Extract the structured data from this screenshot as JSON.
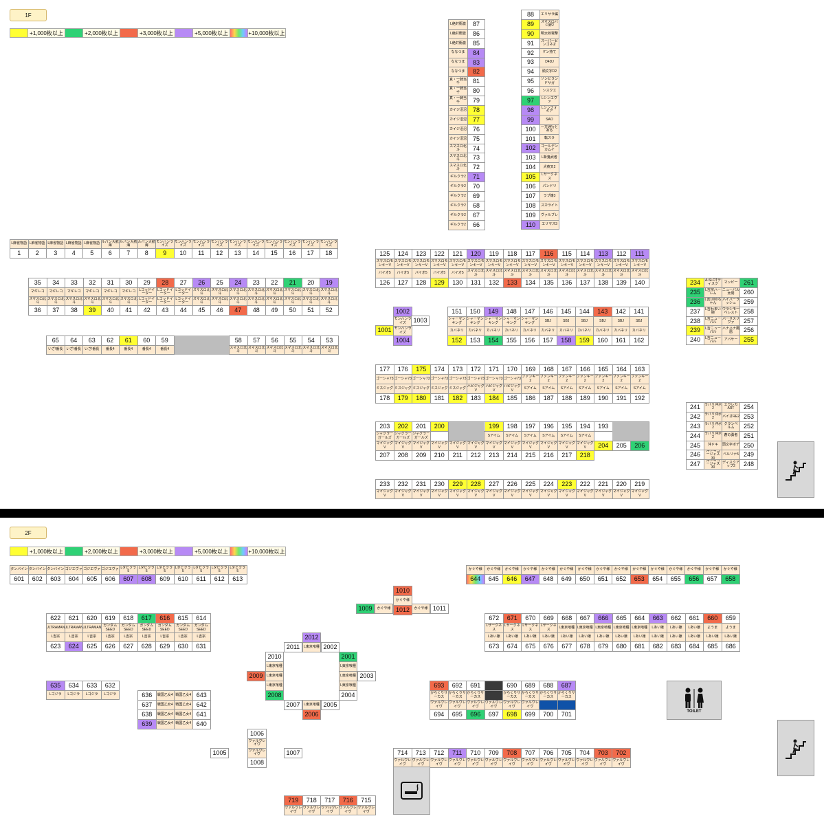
{
  "floor1": {
    "label": "1F"
  },
  "floor2": {
    "label": "2F"
  },
  "legend": [
    {
      "color": "#ffff33",
      "label": "+1,000枚以上"
    },
    {
      "color": "#2fd175",
      "label": "+2,000枚以上"
    },
    {
      "color": "#f26a4a",
      "label": "+3,000枚以上"
    },
    {
      "color": "#b78af5",
      "label": "+5,000枚以上"
    },
    {
      "color": "rainbow",
      "label": "+10,000枚以上"
    }
  ],
  "icons": {
    "stairs": "stairs-icon",
    "toilet": "toilet-icon",
    "smoking": "smoking-icon",
    "toilet_label": "TOILET"
  },
  "blocks": [
    {
      "id": "colA",
      "rows": [
        [
          "L絶対衝激",
          "87"
        ],
        [
          "L絶対衝激",
          "86"
        ],
        [
          "L絶対衝激",
          "85"
        ],
        [
          "ななつま",
          "84:p"
        ],
        [
          "ななつま",
          "83:p"
        ],
        [
          "ななつま",
          "82:r"
        ],
        [
          "真・一騎当千",
          "81"
        ],
        [
          "真・一騎当千",
          "80"
        ],
        [
          "真・一騎当千",
          "79"
        ],
        [
          "カイジ沼沼",
          "78:y"
        ],
        [
          "カイジ沼沼",
          "77:y"
        ],
        [
          "カイジ沼沼",
          "76"
        ],
        [
          "カイジ沼沼",
          "75"
        ],
        [
          "スマスロ北斗",
          "74"
        ],
        [
          "スマスロ北斗",
          "73"
        ],
        [
          "スマスロ北斗",
          "72"
        ],
        [
          "ギルクラ2",
          "71:p"
        ],
        [
          "ギルクラ2",
          "70"
        ],
        [
          "ギルクラ2",
          "69"
        ],
        [
          "ギルクラ2",
          "68"
        ],
        [
          "ギルクラ2",
          "67"
        ],
        [
          "ギルクラ2",
          "66"
        ]
      ]
    },
    {
      "id": "colB",
      "rows": [
        [
          "88",
          "エリサラ編"
        ],
        [
          "89:y",
          "スマスロバジ絆2"
        ],
        [
          "90:y",
          "明太郎電撃"
        ],
        [
          "91",
          "スーパービンゴネオ"
        ],
        [
          "92",
          "ケン持て"
        ],
        [
          "93",
          "D4DJ"
        ],
        [
          "94",
          "頭文字D2"
        ],
        [
          "95",
          "ゾンビランドサガ"
        ],
        [
          "96",
          "シスクエ"
        ],
        [
          "97:g",
          "Lシンエヴァ"
        ],
        [
          "98:p",
          "Lシンフォギア"
        ],
        [
          "99:p",
          "SAO"
        ],
        [
          "100",
          "一方通行とある"
        ],
        [
          "101",
          "転スラ"
        ],
        [
          "102:p",
          "ゴールデンカムイ"
        ],
        [
          "103",
          "L新鬼武者"
        ],
        [
          "104",
          "犬夜叉2"
        ],
        [
          "105:y",
          "Lサークネス"
        ],
        [
          "106",
          "パンドリ"
        ],
        [
          "107",
          "ラブ嬢3"
        ],
        [
          "108",
          "スカライト"
        ],
        [
          "109",
          "ヴァルブレ"
        ],
        [
          "110:p",
          "エリマス3"
        ]
      ]
    },
    {
      "id": "r1",
      "rows": [
        [
          "L麻雀物語",
          "L麻雀物語",
          "L麻雀物語",
          "L麻雀物語",
          "L麻雀物語",
          "ルパン大航海",
          "ルパン大航海",
          "ルパン大航海",
          "モンハンライズ",
          "モンハンライズ",
          "モンハンライズ",
          "モンハンライズ",
          "モンハンライズ",
          "モンハンライズ",
          "モンハンライズ",
          "モンハンライズ",
          "モンハンライズ",
          "モンハンライズ"
        ],
        [
          "1",
          "2",
          "3",
          "4",
          "5",
          "6",
          "7",
          "8",
          "9:y",
          "10",
          "11",
          "12",
          "13",
          "14",
          "15",
          "16",
          "17",
          "18"
        ]
      ]
    },
    {
      "id": "r2",
      "rows": [
        [
          "35",
          "34",
          "33",
          "32",
          "31",
          "30",
          "29",
          "28:r",
          "27",
          "26:p",
          "25",
          "24:p",
          "23",
          "22",
          "21:g",
          "20",
          "19:p"
        ],
        [
          "マギレコ",
          "マギレコ",
          "マギレコ",
          "マギレコ",
          "マギレコ",
          "マギレコ",
          "Lゴッドイーター",
          "Lゴッドイーター",
          "Lゴッドイーター",
          "スマスロ北斗",
          "スマスロ北斗",
          "スマスロ北斗",
          "スマスロ北斗",
          "スマスロ北斗",
          "スマスロ北斗",
          "スマスロ北斗",
          "スマスロ北斗"
        ],
        [
          "スマスロ北斗",
          "スマスロ北斗",
          "スマスロ北斗",
          "スマスロ北斗",
          "スマスロ北斗",
          "スマスロ北斗",
          "Lゴッドイーター",
          "Lゴッドイーター",
          "Lゴッドイーター",
          "スマスロ北斗",
          "スマスロ北斗",
          "スマスロ北斗",
          "スマスロ北斗",
          "スマスロ北斗",
          "スマスロ北斗",
          "スマスロ北斗",
          "スマスロ北斗"
        ],
        [
          "36",
          "37",
          "38",
          "39:y",
          "40",
          "41",
          "42",
          "43",
          "44",
          "45",
          "46",
          "47:r",
          "48",
          "49",
          "50",
          "51",
          "52"
        ]
      ]
    },
    {
      "id": "r3",
      "rows": [
        [
          "65",
          "64",
          "63",
          "62",
          "61:y",
          "60",
          "59"
        ],
        [
          "いざ!番長",
          "いざ!番長",
          "いざ!番長",
          "番長4",
          "番長4",
          "番長4",
          "番長4"
        ]
      ]
    },
    {
      "id": "r3b",
      "rows": [
        [
          "58",
          "57",
          "56",
          "55",
          "54",
          "53"
        ],
        [
          "スマスロ北斗",
          "スマスロ北斗",
          "スマスロ北斗",
          "スマスロ北斗",
          "スマスロ北斗",
          "スマスロ北斗"
        ]
      ]
    },
    {
      "id": "r4",
      "rows": [
        [
          "125",
          "124",
          "123",
          "122",
          "121",
          "120:p",
          "119",
          "118",
          "117",
          "116:r",
          "115",
          "114",
          "113:p",
          "112",
          "111:p"
        ],
        [
          "スマスロモンキーV",
          "スマスロモンキーV",
          "スマスロモンキーV",
          "スマスロモンキーV",
          "スマスロモンキーV",
          "スマスロモンキーV",
          "スマスロモンキーV",
          "スマスロモンキーV",
          "スマスロモンキーV",
          "スマスロモンキーV",
          "スマスロモンキーV",
          "スマスロモンキーV",
          "スマスロモンキーV",
          "スマスロモンキーV",
          "スマスロモンキーV"
        ],
        [
          "バイオ5",
          "バイオ5",
          "バイオ5",
          "バイオ5",
          "バイオ5",
          "スマスロ北斗",
          "スマスロ北斗",
          "スマスロ北斗",
          "スマスロ北斗",
          "スマスロ北斗",
          "スマスロ北斗",
          "スマスロ北斗",
          "スマスロ北斗",
          "スマスロ北斗",
          "スマスロ北斗"
        ],
        [
          "126",
          "127",
          "128",
          "129:y",
          "130",
          "131",
          "132",
          "133:r",
          "134",
          "135",
          "136",
          "137",
          "138",
          "139",
          "140"
        ]
      ]
    },
    {
      "id": "r5",
      "rows": [
        [
          "151",
          "150",
          "149:p",
          "148",
          "147",
          "146",
          "145",
          "144",
          "143:r",
          "142",
          "141"
        ],
        [
          "シャーマンキング",
          "シャーマンキング",
          "シャーマンキング",
          "シャーマンキング",
          "シャーマンキング",
          "SBJ",
          "SBJ",
          "SBJ",
          "SBJ",
          "SBJ",
          "SBJ"
        ],
        [
          "カバネリ",
          "カバネリ",
          "カバネリ",
          "カバネリ",
          "カバネリ",
          "カバネリ",
          "カバネリ",
          "カバネリ",
          "カバネリ",
          "カバネリ",
          "カバネリ"
        ],
        [
          "152:y",
          "153",
          "154:g",
          "155",
          "156",
          "157",
          "158:p",
          "159:y",
          "160",
          "161",
          "162"
        ]
      ]
    },
    {
      "id": "r6",
      "rows": [
        [
          "177",
          "176",
          "175:y",
          "174",
          "173",
          "172",
          "171",
          "170",
          "169",
          "168",
          "167",
          "166",
          "165",
          "164",
          "163"
        ],
        [
          "ゴーシャ73",
          "ゴーシャ73",
          "ゴーシャ73",
          "ゴーシャ73",
          "ゴーシャ73",
          "ゴーシャ73",
          "ゴーシャ73",
          "ゴーシャ73",
          "ファンキー2",
          "ファンキー2",
          "ファンキー2",
          "ファンキー2",
          "ファンキー2",
          "ファンキー2",
          "ファンキー2"
        ],
        [
          "ミスジャグ",
          "ミスジャグ",
          "ミスジャグ",
          "ミスジャグ",
          "ミスジャグ",
          "ハピジャグV",
          "ハピジャグV",
          "ハピジャグV",
          "Sアイム",
          "Sアイム",
          "Sアイム",
          "Sアイム",
          "Sアイム",
          "Sアイム",
          "Sアイム"
        ],
        [
          "178",
          "179:y",
          "180:y",
          "181",
          "182:y",
          "183",
          "184:y",
          "185",
          "186",
          "187",
          "188",
          "189",
          "190",
          "191",
          "192"
        ]
      ]
    },
    {
      "id": "r7",
      "rows": [
        [
          "203",
          "202:y",
          "201",
          "200:y",
          "",
          "",
          "199:y",
          "198",
          "197",
          "196",
          "195",
          "194",
          "193",
          ""
        ],
        [
          "ジャグラーガールズ",
          "ジャグラーガールズ",
          "ジャグラーガールズ",
          "ジャグラーガールズ",
          "",
          "",
          "Sアイム",
          "Sアイム",
          "Sアイム",
          "Sアイム",
          "Sアイム",
          "Sアイム",
          "Sアイム",
          ""
        ],
        [
          "マイジャグV",
          "マイジャグV",
          "マイジャグV",
          "マイジャグV",
          "マイジャグV",
          "マイジャグV",
          "マイジャグV",
          "マイジャグV",
          "マイジャグV",
          "マイジャグV",
          "マイジャグV",
          "マイジャグV",
          "マイジャグV",
          "マイジャグV"
        ],
        [
          "204:y",
          "205",
          "206:g",
          "207",
          "208",
          "209",
          "210",
          "211",
          "212",
          "213",
          "214",
          "215",
          "216",
          "217",
          "218:y"
        ]
      ]
    },
    {
      "id": "r8",
      "rows": [
        [
          "233",
          "232",
          "231",
          "230",
          "229:y",
          "228:y",
          "227",
          "226",
          "225",
          "224",
          "223:y",
          "222",
          "221",
          "220",
          "219"
        ],
        [
          "マイジャグV",
          "マイジャグV",
          "マイジャグV",
          "マイジャグV",
          "マイジャグV",
          "マイジャグV",
          "マイジャグV",
          "マイジャグV",
          "マイジャグV",
          "マイジャグV",
          "マイジャグV",
          "マイジャグV",
          "マイジャグV",
          "マイジャグV",
          "マイジャグV"
        ]
      ]
    },
    {
      "id": "r9",
      "rows": [
        [
          "234:y",
          "A-SLOTディスク",
          "マッピー",
          "261:g"
        ],
        [
          "235:g",
          "L吉宗ハーレム",
          "ニューパル太閤",
          "260"
        ],
        [
          "236:g",
          "L吉1000ちゃん",
          "ハイパーラッシュ",
          "259"
        ],
        [
          "237",
          "L吉わまい碗",
          "ウラシモーベレスト",
          "258"
        ],
        [
          "238",
          "L吉ニューパル",
          "バーサスリヴァ",
          "257"
        ],
        [
          "239:y",
          "L吉ニューパル",
          "ハナハナ鳳凰",
          "256"
        ],
        [
          "240",
          "L吉ニューパル",
          "アバサー",
          "255:y"
        ]
      ]
    },
    {
      "id": "r10",
      "rows": [
        [
          "241",
          "ラバリ沖ボ2",
          "エウレカART",
          "254"
        ],
        [
          "242",
          "ラバリ沖ボ2",
          "バイオRE2",
          "253"
        ],
        [
          "243",
          "ラバリ沖ボ2",
          "クランベルム",
          "252"
        ],
        [
          "244",
          "ラバリ沖ボ2",
          "蒼の勇者",
          "251"
        ],
        [
          "245",
          "沖ドキ",
          "頭文字ボデ",
          "250"
        ],
        [
          "246",
          "沖ドキゴージャス30",
          "ベルリナ5",
          "249"
        ],
        [
          "247",
          "沖ドキゴージャス30",
          "ディスクアップ2",
          "248"
        ]
      ]
    },
    {
      "id": "c1000",
      "rows": [
        [
          "1002:p"
        ],
        [
          "モンハンライズ"
        ],
        [
          "モンハンライズ"
        ],
        [
          "1004:p"
        ]
      ]
    },
    {
      "id": "s2r1",
      "rows": [
        [
          "タンバイン",
          "タンバイン",
          "タンバイン",
          "ゴジエヴァ",
          "ゴジエヴァ",
          "ゴジエヴァ",
          "Lダビクラ5",
          "Lダビクラ5",
          "Lダビクラ5",
          "Lダビクラ5",
          "Lダビクラ5",
          "Lダビクラ5",
          "Lダビクラ5"
        ],
        [
          "601",
          "602",
          "603",
          "604",
          "605",
          "606",
          "607:p",
          "608:p",
          "609",
          "610",
          "611",
          "612",
          "613"
        ]
      ]
    },
    {
      "id": "s2r2",
      "rows": [
        [
          "622",
          "621",
          "620",
          "619",
          "618",
          "617:g",
          "616:r",
          "615",
          "614"
        ],
        [
          "ULTRAMAN",
          "ULTRAMAN",
          "ULTRAMAN",
          "ガンダムSEED",
          "ガンダムSEED",
          "ガンダムSEED",
          "ガンダムSEED",
          "ガンダムSEED",
          "ガンダムSEED"
        ],
        [
          "L吉宗",
          "L吉宗",
          "L吉宗",
          "L吉宗",
          "L吉宗",
          "L吉宗",
          "L吉宗",
          "L吉宗",
          "L吉宗"
        ],
        [
          "623",
          "624:p",
          "625",
          "626",
          "627",
          "628",
          "629",
          "630",
          "631"
        ]
      ]
    },
    {
      "id": "s2r3",
      "rows": [
        [
          "635:p",
          "634",
          "633",
          "632"
        ],
        [
          "Lゴジラ",
          "Lゴジラ",
          "Lゴジラ",
          "Lゴジラ"
        ]
      ]
    },
    {
      "id": "s2r4",
      "rows": [
        [
          "636",
          "戦国乙女4",
          "戦国乙女4",
          "643"
        ],
        [
          "637",
          "戦国乙女4",
          "戦国乙女4",
          "642"
        ],
        [
          "638",
          "戦国乙女4",
          "戦国乙女4",
          "641"
        ],
        [
          "639:p",
          "戦国乙女4",
          "戦国乙女4",
          "640"
        ]
      ]
    },
    {
      "id": "s2r5",
      "rows": [
        [
          "かぐや様",
          "かぐや様",
          "かぐや様",
          "かぐや様",
          "かぐや様",
          "かぐや様",
          "かぐや様",
          "かぐや様",
          "かぐや様",
          "かぐや様",
          "かぐや様",
          "かぐや様",
          "かぐや様",
          "かぐや様",
          "かぐや様"
        ],
        [
          "644:rb",
          "645",
          "646:y",
          "647:p",
          "648",
          "649",
          "650",
          "651",
          "652",
          "653:r",
          "654",
          "655",
          "656:g",
          "657",
          "658:g"
        ]
      ]
    },
    {
      "id": "s2r6",
      "rows": [
        [
          "672",
          "671:r",
          "670",
          "669",
          "668",
          "667",
          "666:p",
          "665",
          "664",
          "663:p",
          "662",
          "661",
          "660:r",
          "659"
        ],
        [
          "Lサークネス",
          "Lサークネス",
          "Lサークネス",
          "Lサークネス",
          "L東京喰種",
          "L東京喰種",
          "L東京喰種",
          "L東京喰種",
          "L東京喰種",
          "Lあい嬢",
          "Lあい嬢",
          "Lあい嬢",
          "ようま",
          "ようま"
        ],
        [
          "Lあい嬢",
          "Lあい嬢",
          "Lあい嬢",
          "Lあい嬢",
          "Lあい嬢",
          "Lあい嬢",
          "Lあい嬢",
          "Lあい嬢",
          "Lあい嬢",
          "Lあい嬢",
          "Lあい嬢",
          "Lあい嬢",
          "Lあい嬢",
          "Lあい嬢"
        ],
        [
          "673",
          "674",
          "675",
          "676",
          "677",
          "678",
          "679",
          "680",
          "681",
          "682",
          "683",
          "684",
          "685",
          "686"
        ]
      ]
    },
    {
      "id": "s2r7",
      "rows": [
        [
          "693:r",
          "692",
          "691",
          "#d",
          "690",
          "689",
          "688",
          "687:p"
        ],
        [
          "からくりサーカス",
          "からくりサーカス",
          "からくりサーカス",
          "#d",
          "からくりサーカス",
          "からくりサーカス",
          "からくりサーカス",
          "からくりサーカス"
        ],
        [
          "ヴァルヴレイヴ",
          "ヴァルヴレイヴ",
          "ヴァルヴレイヴ",
          "ヴァルヴレイヴ",
          "ヴァルヴレイヴ",
          "ヴァルヴレイヴ",
          "#b",
          "#b"
        ],
        [
          "694",
          "695",
          "696:g",
          "697",
          "698:y",
          "699",
          "700",
          "701"
        ]
      ]
    },
    {
      "id": "s2r8",
      "rows": [
        [
          "714",
          "713",
          "712",
          "711:p",
          "710",
          "709",
          "708:r",
          "707",
          "706",
          "705",
          "704",
          "703:r",
          "702:r"
        ],
        [
          "ヴァルヴレイヴ",
          "ヴァルヴレイヴ",
          "ヴァルヴレイヴ",
          "ヴァルヴレイヴ",
          "ヴァルヴレイヴ",
          "ヴァルヴレイヴ",
          "ヴァルヴレイヴ",
          "ヴァルヴレイヴ",
          "ヴァルヴレイヴ",
          "ヴァルヴレイヴ",
          "ヴァルヴレイヴ",
          "ヴァルヴレイヴ",
          "ヴァルヴレイヴ"
        ]
      ]
    },
    {
      "id": "s2r9",
      "rows": [
        [
          "719:r",
          "718",
          "717",
          "716:r",
          "715"
        ],
        [
          "ヴァルヴレイヴ",
          "ヴァルヴレイヴ",
          "ヴァルヴレイヴ",
          "ヴァルヴレイヴ",
          "ヴァルヴレイヴ"
        ]
      ]
    },
    {
      "id": "s2c1010",
      "rows": [
        [
          "1010:r"
        ],
        [
          "かぐや様"
        ],
        [
          "1012:r"
        ]
      ]
    },
    {
      "id": "s2c1006",
      "rows": [
        [
          "1006"
        ],
        [
          "ヴァルヴレイヴ"
        ],
        [
          "ヴァルヴレイヴ"
        ],
        [
          "1008"
        ]
      ]
    }
  ],
  "singles": [
    {
      "id": "s1001",
      "v": "1001:y"
    },
    {
      "id": "s1003",
      "v": "1003"
    },
    {
      "id": "s1009",
      "v": "1009:g"
    },
    {
      "id": "s1009m",
      "v": "かぐや様"
    },
    {
      "id": "s1011m",
      "v": "かぐや様"
    },
    {
      "id": "s1011",
      "v": "1011"
    },
    {
      "id": "s1005",
      "v": "1005"
    },
    {
      "id": "s1007",
      "v": "1007"
    },
    {
      "id": "s2012",
      "v": "2012:p"
    },
    {
      "id": "s2011",
      "v": "2011"
    },
    {
      "id": "s2011m",
      "v": "L東京喰種"
    },
    {
      "id": "s2002",
      "v": "2002"
    },
    {
      "id": "s2010",
      "v": "2010"
    },
    {
      "id": "s2009",
      "v": "2009:r"
    },
    {
      "id": "s2008",
      "v": "2008:g"
    },
    {
      "id": "s2007",
      "v": "2007"
    },
    {
      "id": "s2007m",
      "v": "L東京喰種"
    },
    {
      "id": "s2005",
      "v": "2005"
    },
    {
      "id": "s2006",
      "v": "2006:r"
    },
    {
      "id": "s2001",
      "v": "2001:g"
    },
    {
      "id": "s2003",
      "v": "2003"
    },
    {
      "id": "s2004",
      "v": "2004"
    }
  ]
}
